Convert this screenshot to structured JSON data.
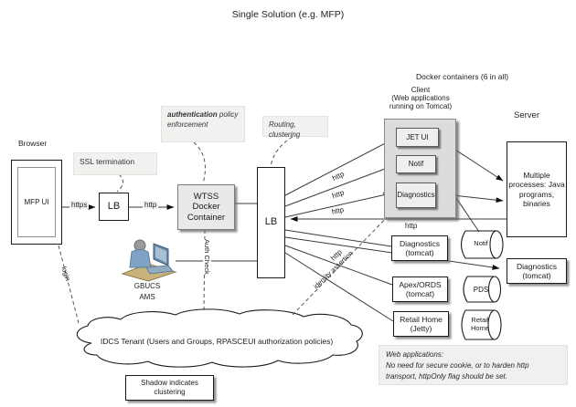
{
  "title": "Single Solution (e.g. MFP)",
  "sections": {
    "browser": "Browser",
    "docker_containers": "Docker containers (6 in all)",
    "client_l1": "Client",
    "client_l2": "(Web applications",
    "client_l3": "running on Tomcat)",
    "server": "Server"
  },
  "nodes": {
    "mfp_ui": "MFP UI",
    "lb1": "LB",
    "wtss": "WTSS Docker Container",
    "lb2": "LB",
    "jet_ui": "JET UI",
    "notif_app": "Notif",
    "diagnostics_app": "Diagnostics",
    "multiple_processes": "Multiple processes: Java programs, binaries",
    "diagnostics_tomcat_left": "Diagnostics (tomcat)",
    "diagnostics_tomcat_right": "Diagnostics (tomcat)",
    "apex_ords": "Apex/ORDS (tomcat)",
    "retail_home_jetty": "Retail Home (Jetty)",
    "notif_store": "Notif",
    "pds_store": "PDS",
    "retail_home_store": "Retail Home",
    "gbucs_l1": "GBUCS",
    "gbucs_l2": "AMS",
    "idcs_cloud": "IDCS Tenant (Users and Groups, RPASCEUI authorization policies)"
  },
  "callouts": {
    "ssl_termination": "SSL termination",
    "auth_policy_bold": "authentication",
    "auth_policy_rest": " policy enforcement",
    "routing_clustering": "Routing, clustering",
    "shadow_legend": "Shadow indicates clustering",
    "web_apps_note_title": "Web applications:",
    "web_apps_note_body": "No need for secure cookie, or to harden http transport, httpOnly flag should be set."
  },
  "edge_labels": {
    "https": "https",
    "http": "http",
    "login": "login",
    "auth_check": "Auth Check",
    "identity_http": "http",
    "identity_assertion": "identity assertion"
  },
  "colors": {
    "container_fill": "#dcdcdc",
    "app_box_fill": "#efefee",
    "callout_fill": "#f1f1ef",
    "connector": "#3a3a3a",
    "shadow": "#6e6e6e"
  }
}
